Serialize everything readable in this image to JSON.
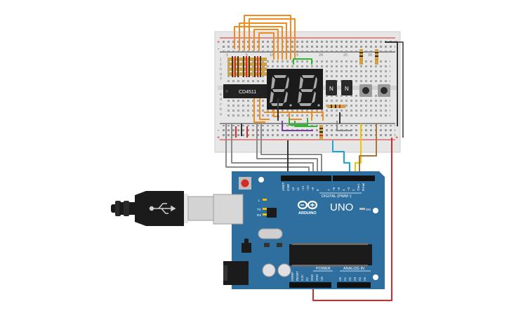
{
  "breadboard": {
    "row_letters_top": [
      "j",
      "i",
      "h",
      "g",
      "f"
    ],
    "row_letters_bottom": [
      "e",
      "d",
      "c",
      "b",
      "a"
    ],
    "column_numbers": [
      "1",
      "5",
      "10",
      "15",
      "20",
      "25",
      "30"
    ]
  },
  "chip": {
    "label": "CD4511"
  },
  "transistors": [
    {
      "label": "N"
    },
    {
      "label": "N"
    }
  ],
  "arduino": {
    "logo_text": "ARDUINO",
    "model": "UNO",
    "digital_label": "DIGITAL (PWM~)",
    "power_label": "POWER",
    "analog_label": "ANALOG IN",
    "on_label": "ON",
    "led_labels": [
      "L",
      "TX",
      "RX"
    ],
    "top_pins": [
      "AREF",
      "GND",
      "13",
      "12",
      "~11",
      "~10",
      "~9",
      "8",
      "7",
      "~6",
      "~5",
      "4",
      "~3",
      "2",
      "TX▸1",
      "RX◂0"
    ],
    "power_pins": [
      "IOREF",
      "RESET",
      "3.3V",
      "5V",
      "GND",
      "GND",
      "Vin"
    ],
    "analog_pins": [
      "A0",
      "A1",
      "A2",
      "A3",
      "A4",
      "A5"
    ]
  },
  "colors": {
    "board_blue": "#2f6f9f",
    "wire_orange": "#f08c1e",
    "wire_gray": "#8a8a8a",
    "wire_red": "#d62828",
    "wire_green": "#2eb82e",
    "wire_purple": "#7a3fa0",
    "wire_yellow": "#f2c200",
    "wire_brown": "#a8743a",
    "wire_cyan": "#1aa3d9"
  }
}
